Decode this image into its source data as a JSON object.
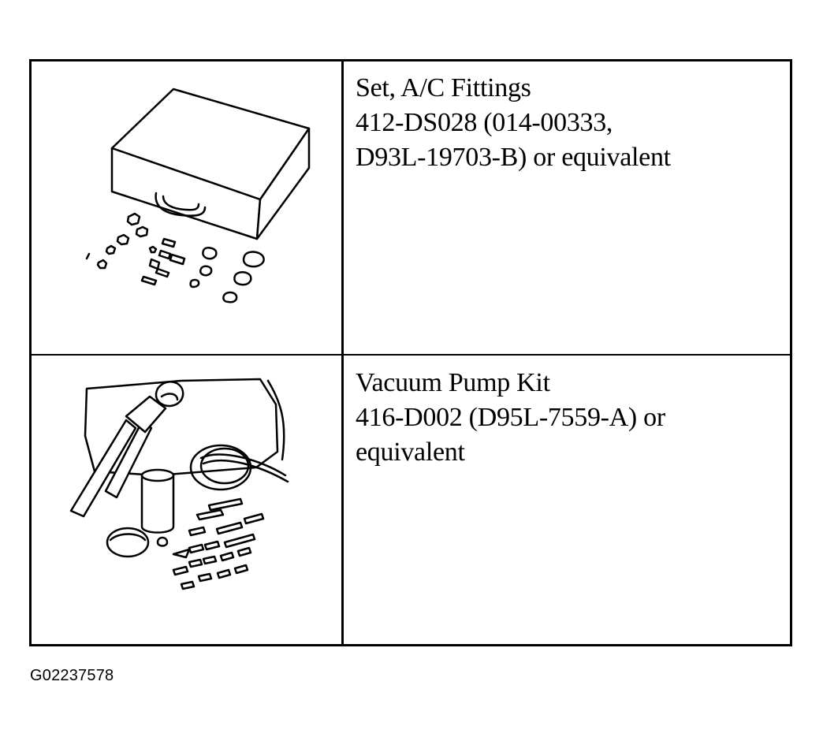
{
  "rows": [
    {
      "illustration": "ac-fittings-case-illustration",
      "lines": [
        "Set, A/C Fittings",
        "412-DS028 (014-00333,",
        "D93L-19703-B) or equivalent"
      ]
    },
    {
      "illustration": "vacuum-pump-kit-illustration",
      "lines": [
        "Vacuum Pump Kit",
        "416-D002 (D95L-7559-A) or",
        "equivalent"
      ]
    }
  ],
  "figure_id": "G02237578",
  "colors": {
    "ink": "#000000",
    "background": "#ffffff"
  }
}
